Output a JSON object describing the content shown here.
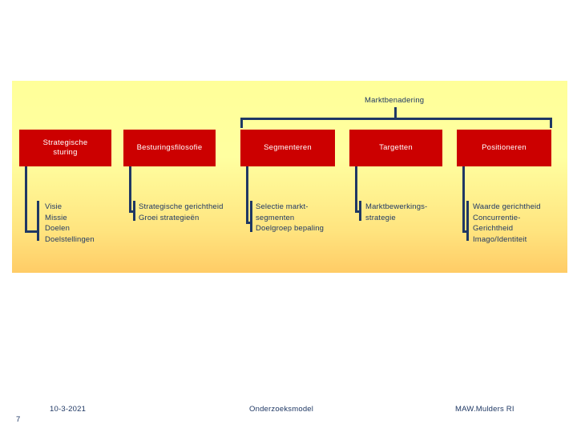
{
  "slide": {
    "top_label": "Marktbenadering",
    "footer": {
      "date": "10-3-2021",
      "title": "Onderzoeksmodel",
      "author": "MAW.Mulders RI",
      "page_number": "7"
    },
    "colors": {
      "node_fill": "#cc0000",
      "node_text": "#ffffff",
      "connector": "#1f3864",
      "panel_gradient_top": "#ffff99",
      "panel_gradient_bottom": "#ffcc66",
      "body_text": "#1f3864"
    }
  },
  "diagram": {
    "type": "org-chart",
    "nodes": [
      {
        "id": "strategische-sturing",
        "label": "Strategische sturing",
        "label_line1": "Strategische",
        "label_line2": "sturing",
        "details": "Visie\nMissie\nDoelen\nDoelstellingen"
      },
      {
        "id": "besturingsfilosofie",
        "label": "Besturingsfilosofie",
        "label_line1": "Besturingsfilosofie",
        "label_line2": "",
        "details": "Strategische gerichtheid\nGroei strategieën"
      },
      {
        "id": "segmenteren",
        "label": "Segmenteren",
        "label_line1": "Segmenteren",
        "label_line2": "",
        "details": "Selectie markt-\nsegmenten\nDoelgroep bepaling"
      },
      {
        "id": "targetten",
        "label": "Targetten",
        "label_line1": "Targetten",
        "label_line2": "",
        "details": "Marktbewerkings-\nstrategie"
      },
      {
        "id": "positioneren",
        "label": "Positioneren",
        "label_line1": "Positioneren",
        "label_line2": "",
        "details": "Waarde gerichtheid\nConcurrentie-\nGerichtheid\nImago/Identiteit"
      }
    ],
    "grouping_bracket": {
      "label": "Marktbenadering",
      "covers": [
        "segmenteren",
        "targetten",
        "positioneren"
      ]
    }
  }
}
